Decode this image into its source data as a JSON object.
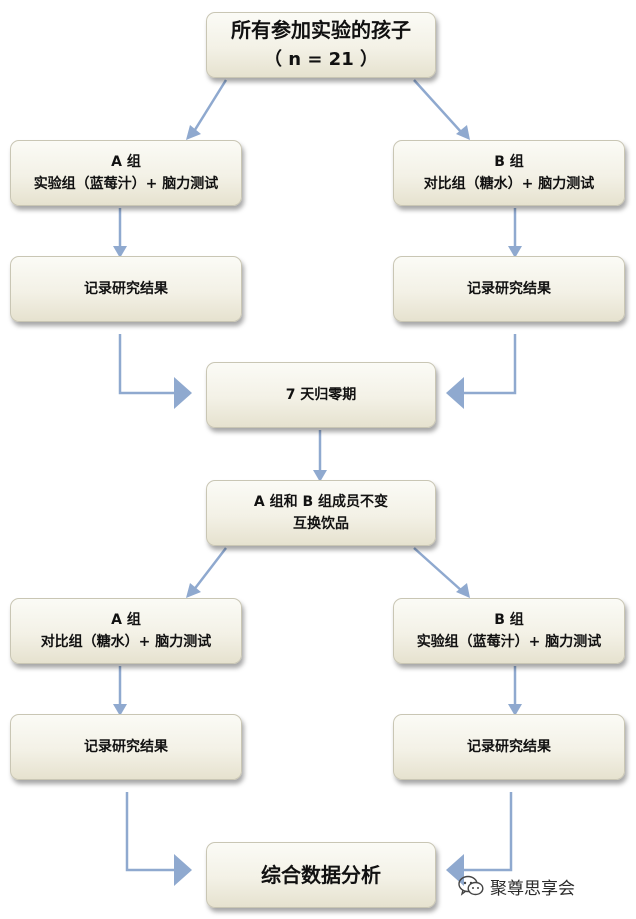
{
  "nodes": {
    "root": {
      "line1": "所有参加实验的孩子",
      "line2": "（ n = 21 ）"
    },
    "a1": {
      "line1": "A 组",
      "line2": "实验组（蓝莓汁）+ 脑力测试"
    },
    "b1": {
      "line1": "B 组",
      "line2": "对比组（糖水）+ 脑力测试"
    },
    "ra1": {
      "line1": "记录研究结果"
    },
    "rb1": {
      "line1": "记录研究结果"
    },
    "wash": {
      "line1": "7 天归零期"
    },
    "swap": {
      "line1": "A 组和 B 组成员不变",
      "line2": "互换饮品"
    },
    "a2": {
      "line1": "A 组",
      "line2": "对比组（糖水）+ 脑力测试"
    },
    "b2": {
      "line1": "B 组",
      "line2": "实验组（蓝莓汁）+ 脑力测试"
    },
    "ra2": {
      "line1": "记录研究结果"
    },
    "rb2": {
      "line1": "记录研究结果"
    },
    "final": {
      "line1": "综合数据分析"
    }
  },
  "watermark": {
    "text": "聚尊思享会",
    "icon": "wechat-icon"
  },
  "colors": {
    "arrow": "#8fa9cf",
    "box_border": "#c9c6b4",
    "box_top": "#fbfbf6",
    "box_bottom": "#e6e2cf"
  }
}
